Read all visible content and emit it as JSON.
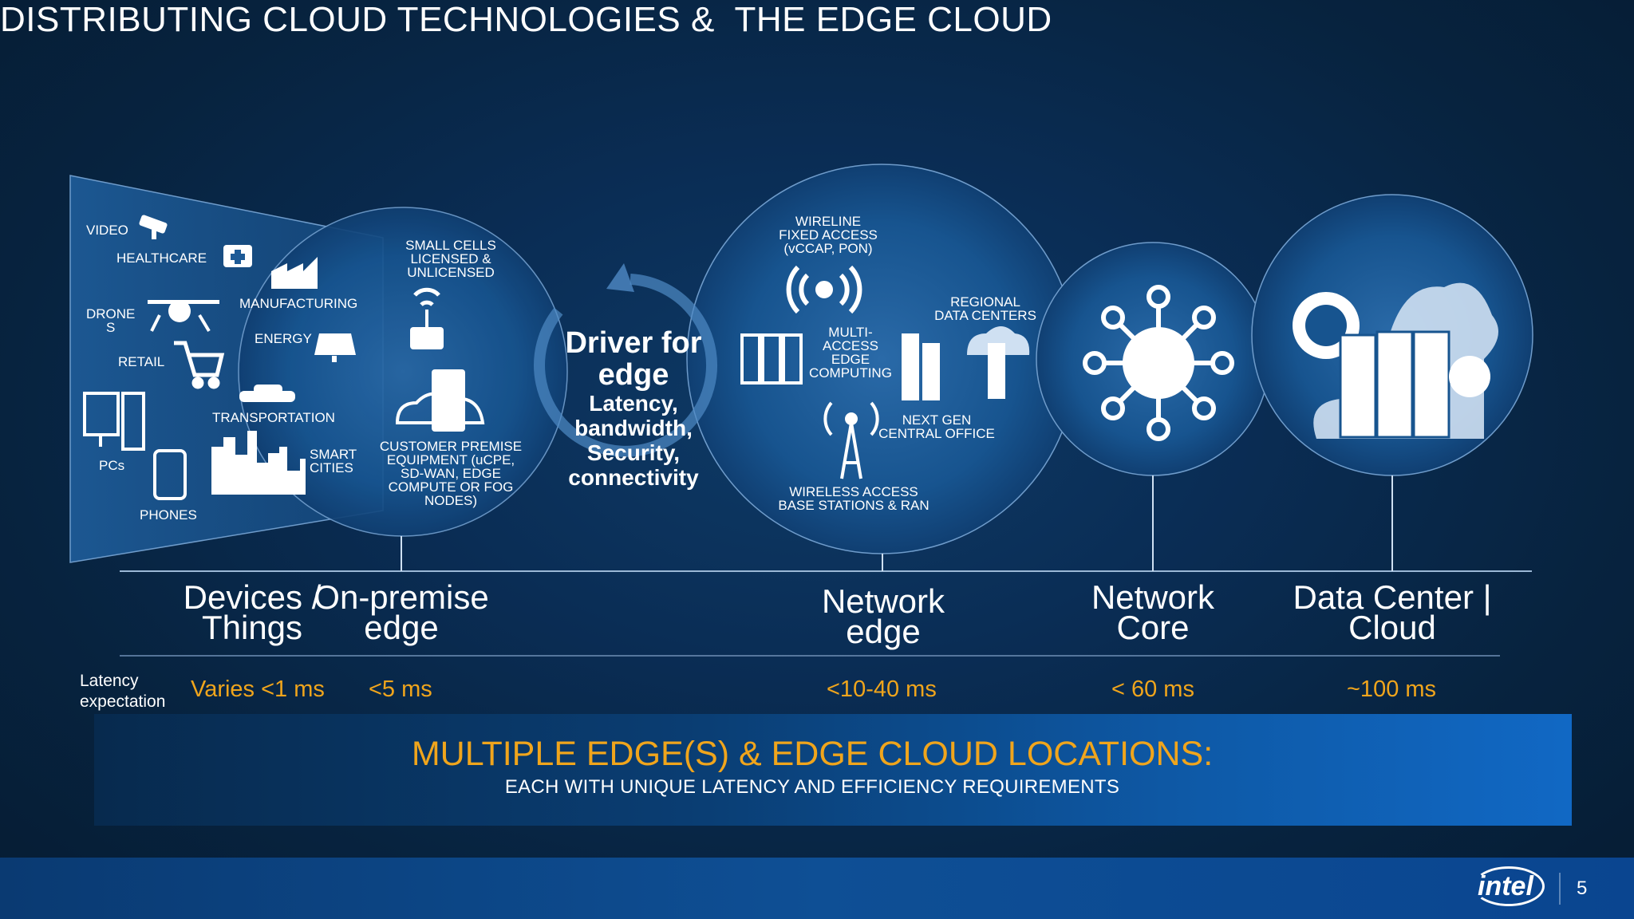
{
  "title": "DISTRIBUTING CLOUD TECHNOLOGIES &  THE EDGE CLOUD",
  "devices": {
    "video": "VIDEO",
    "healthcare": "HEALTHCARE",
    "drones": "DRONE\nS",
    "manufacturing": "MANUFACTURING",
    "energy": "ENERGY",
    "retail": "RETAIL",
    "transportation": "TRANSPORTATION",
    "pcs": "PCs",
    "smart_cities": "SMART\nCITIES",
    "phones": "PHONES"
  },
  "onprem": {
    "small_cells": "SMALL CELLS\nLICENSED &\nUNLICENSED",
    "cpe": "CUSTOMER PREMISE\nEQUIPMENT (uCPE,\nSD-WAN, EDGE\nCOMPUTE OR FOG\nNODES)"
  },
  "driver": {
    "heading": "Driver for\nedge",
    "body": "Latency,\nbandwidth,\nSecurity,\nconnectivity"
  },
  "network_edge": {
    "wireline": "WIRELINE\nFIXED ACCESS\n(vCCAP, PON)",
    "regional": "REGIONAL\nDATA CENTERS",
    "mec": "MULTI-\nACCESS\nEDGE\nCOMPUTING",
    "next_gen": "NEXT GEN\nCENTRAL OFFICE",
    "wireless": "WIRELESS ACCESS\nBASE STATIONS & RAN"
  },
  "locations": [
    {
      "label": "Devices /\nThings",
      "latency": "Varies <1 ms"
    },
    {
      "label": "On-premise\nedge",
      "latency": "<5 ms"
    },
    {
      "label": "Network\nedge",
      "latency": "<10-40 ms"
    },
    {
      "label": "Network\nCore",
      "latency": "< 60 ms"
    },
    {
      "label": "Data Center |\nCloud",
      "latency": "~100 ms"
    }
  ],
  "latency_label": "Latency\nexpectation",
  "banner": {
    "title": "MULTIPLE EDGE(S) & EDGE CLOUD LOCATIONS:",
    "subtitle": "EACH WITH UNIQUE LATENCY AND EFFICIENCY REQUIREMENTS"
  },
  "footer": {
    "logo": "intel",
    "page": "5"
  },
  "colors": {
    "accent": "#f0a51c",
    "background": "#0a2d55",
    "circle_fill": "#1a5a94"
  }
}
